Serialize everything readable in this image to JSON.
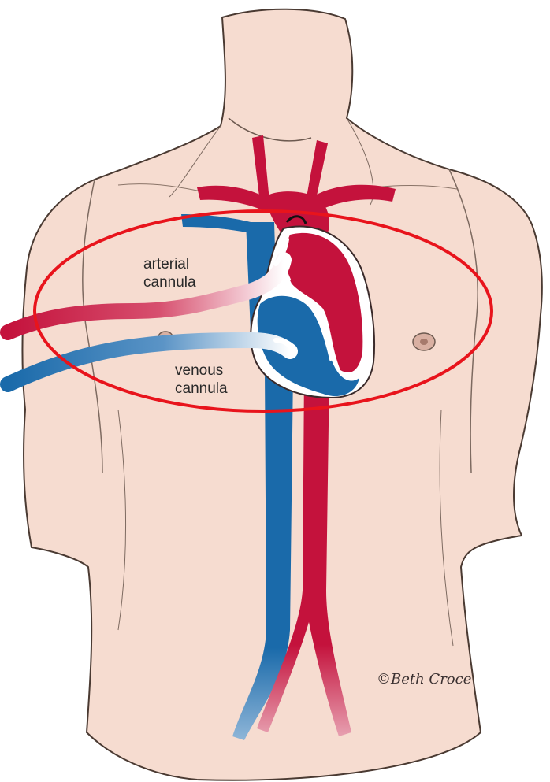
{
  "labels": {
    "arterial_line1": "arterial",
    "arterial_line2": "cannula",
    "venous_line1": "venous",
    "venous_line2": "cannula"
  },
  "signature": "©Beth Croce",
  "colors": {
    "skin": "#f6dcd0",
    "arterial": "#c4123c",
    "venous": "#1a6aaa",
    "highlight_circle": "#e8141c",
    "outline": "#4a3a32"
  }
}
